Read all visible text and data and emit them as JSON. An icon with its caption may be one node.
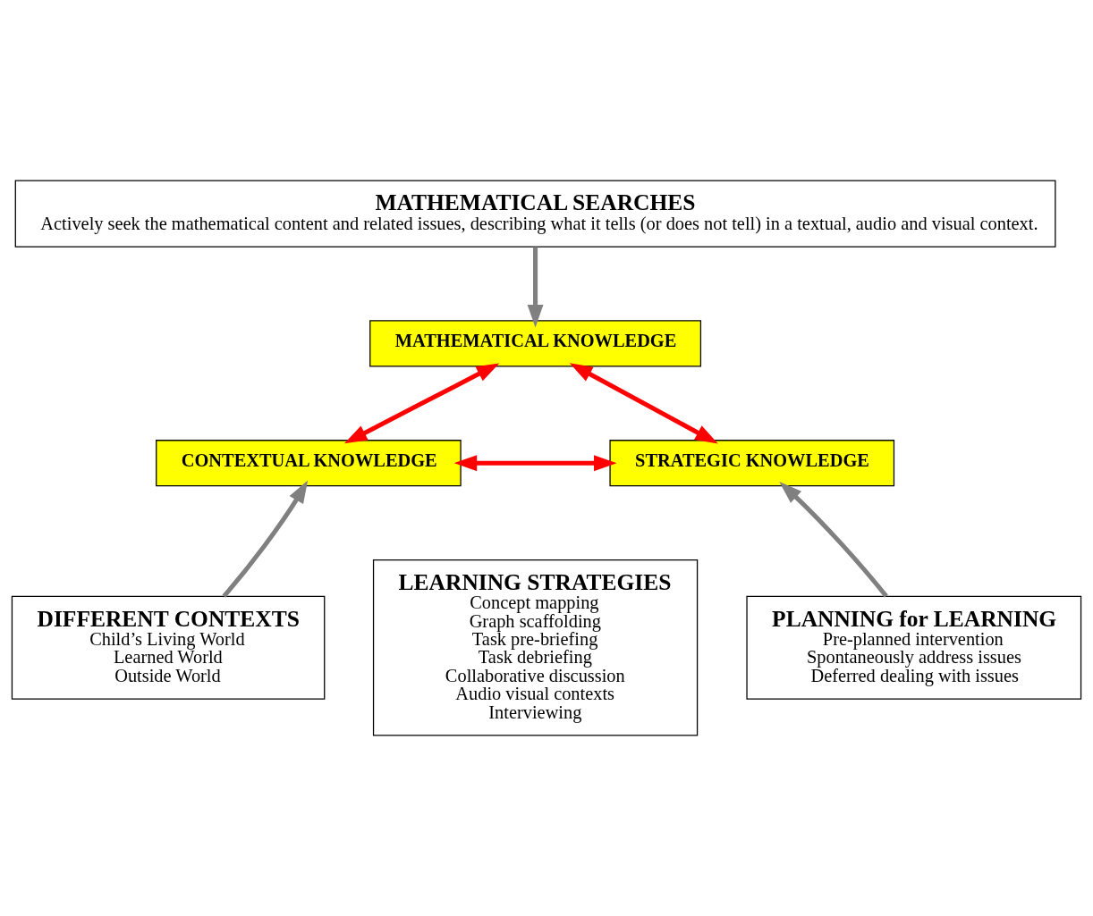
{
  "diagram": {
    "nodes": [
      {
        "text": [
          "MATHEMATICAL SEARCHES",
          "Actively seek the mathematical content and related issues, describing what it tells (or does not tell) in a textual, audio and visual context."
        ]
      },
      {
        "text": [
          "MATHEMATICAL KNOWLEDGE"
        ]
      },
      {
        "text": [
          "CONTEXTUAL KNOWLEDGE"
        ]
      },
      {
        "text": [
          "STRATEGIC KNOWLEDGE"
        ]
      },
      {
        "text": [
          "DIFFERENT CONTEXTS",
          "Child’s Living World",
          "Learned World",
          "Outside World"
        ]
      },
      {
        "text": [
          "LEARNING STRATEGIES",
          "Concept mapping",
          "Graph scaffolding",
          "Task pre-briefing",
          "Task debriefing",
          "Collaborative discussion",
          "Audio visual contexts",
          "Interviewing"
        ]
      },
      {
        "text": [
          "PLANNING for LEARNING",
          "Pre-planned intervention",
          "Spontaneously address issues",
          "Deferred dealing with issues"
        ]
      }
    ],
    "edges": [
      {
        "from": 0,
        "to": 1,
        "arrow": "to"
      },
      {
        "from": 1,
        "to": 2,
        "arrow": "both",
        "color": "#ff0000"
      },
      {
        "from": 1,
        "to": 3,
        "arrow": "both",
        "color": "#ff0000"
      },
      {
        "from": 2,
        "to": 3,
        "arrow": "both",
        "color": "#ff0000"
      },
      {
        "from": 4,
        "to": 2,
        "arrow": "to"
      },
      {
        "from": 6,
        "to": 3,
        "arrow": "to"
      }
    ]
  }
}
